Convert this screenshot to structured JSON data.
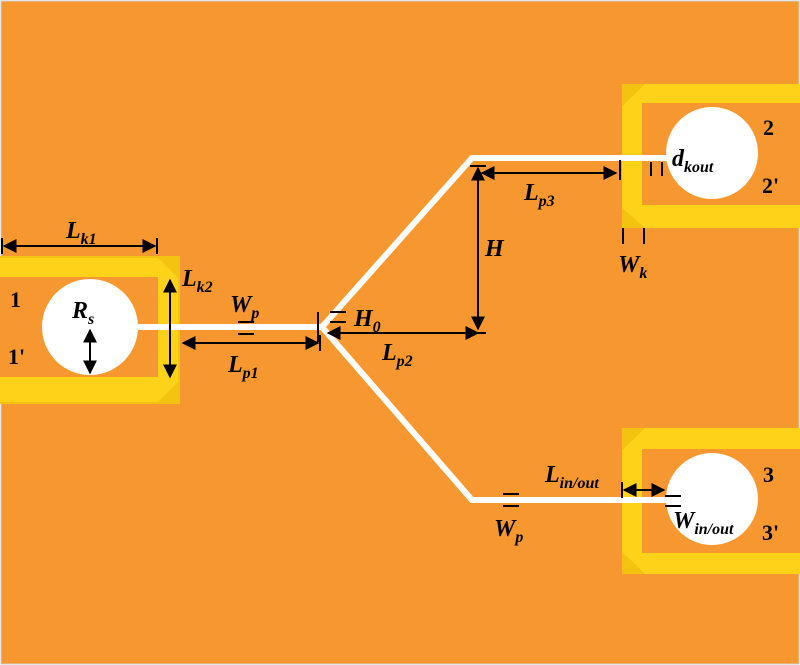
{
  "colors": {
    "substrate": "#f7972f",
    "pad_outer": "#ffd21a",
    "pad_bevel": "#f4c211",
    "pad_inner": "#f7972f",
    "trace": "#ffffff",
    "hole": "#ffffff",
    "ink": "#000000"
  },
  "ports": {
    "p1": {
      "num": "1",
      "num_prime": "1'"
    },
    "p2": {
      "num": "2",
      "num_prime": "2'"
    },
    "p3": {
      "num": "3",
      "num_prime": "3'"
    }
  },
  "labels": {
    "Lk1": {
      "main": "L",
      "sub": "k1"
    },
    "Lk2": {
      "main": "L",
      "sub": "k2"
    },
    "Rs": {
      "main": "R",
      "sub": "s"
    },
    "Wp_left": {
      "main": "W",
      "sub": "p"
    },
    "Lp1": {
      "main": "L",
      "sub": "p1"
    },
    "H0": {
      "main": "H",
      "sub": "0"
    },
    "Lp2": {
      "main": "L",
      "sub": "p2"
    },
    "H": {
      "main": "H"
    },
    "Lp3": {
      "main": "L",
      "sub": "p3"
    },
    "Wk": {
      "main": "W",
      "sub": "k"
    },
    "dkout": {
      "main": "d",
      "sub": "kout"
    },
    "Lio": {
      "main": "L",
      "sub": "in/out"
    },
    "Wio": {
      "main": "W",
      "sub": "in/out"
    },
    "Wp_bottom": {
      "main": "W",
      "sub": "p"
    }
  }
}
